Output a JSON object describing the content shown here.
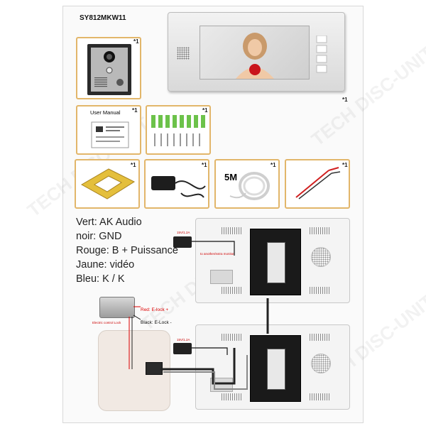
{
  "product": {
    "model": "SY812MKW11"
  },
  "quantities": {
    "camera": "*1",
    "monitor": "*1",
    "manual": "*1",
    "screws": "*1",
    "bracket": "*1",
    "adapter": "*1",
    "cable": "*1",
    "wire": "*1"
  },
  "items": {
    "manual_title": "User Manual",
    "cable_length": "5M"
  },
  "wiring": {
    "green": "Vert: AK Audio",
    "black": "noir: GND",
    "red": "Rouge: B + Puissance",
    "yellow": "Jaune: vidéo",
    "blue": "Bleu: K / K"
  },
  "diagram": {
    "psu_label_top": "15V/1.2A",
    "psu_label_bottom": "15V/1.2A",
    "next_monitor": "to another/extra monitor",
    "lock_red": "Red: E-lock +",
    "lock_black": "Black: E-Lock -",
    "lock_title": "Electric control Lock"
  },
  "watermark": "TECH DISC-UNIT"
}
